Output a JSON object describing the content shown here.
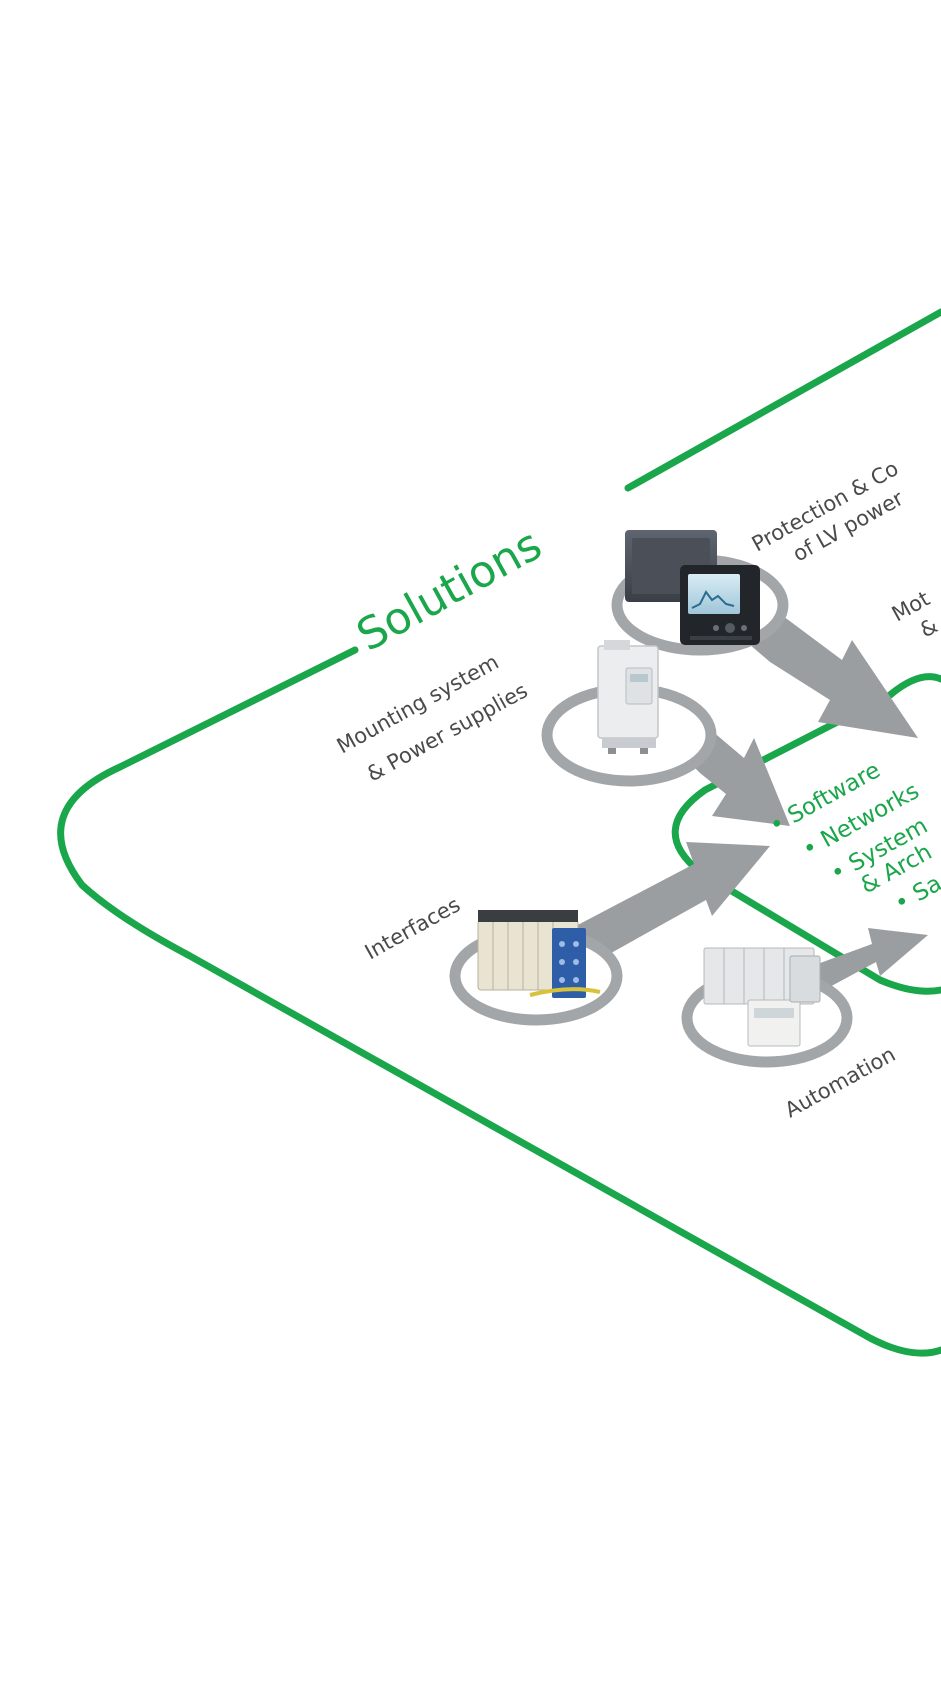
{
  "title": "Solutions",
  "labels": {
    "protection_line1": "Protection & Co",
    "protection_line2": "of LV power",
    "motor_line1": "Mot",
    "motor_line2": "&",
    "mounting_line1": "Mounting system",
    "mounting_line2": "& Power supplies",
    "interfaces": "Interfaces",
    "automation": "Automation"
  },
  "core_items": {
    "software": "• Software",
    "networks": "• Networks",
    "systems_line1": "• System",
    "systems_line2": "& Arch",
    "safety": "• Sa"
  },
  "colors": {
    "accent": "#1aa64a",
    "arrow": "#9b9ea0",
    "ring": "#a3a6a8",
    "label": "#4a4a4a"
  }
}
